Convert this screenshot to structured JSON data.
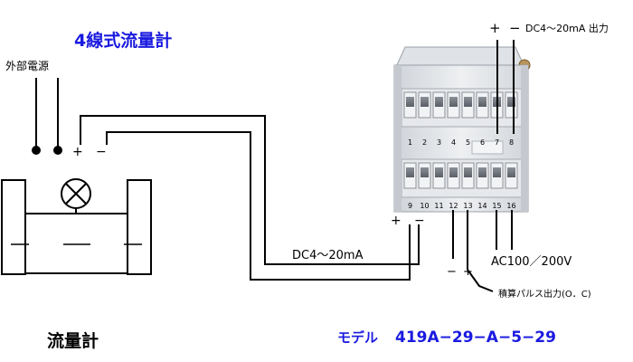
{
  "title": "4線式流量計",
  "external_power_label": "外部電源",
  "flowmeter": {
    "label": "流量計",
    "plus": "+",
    "minus": "−"
  },
  "converter": {
    "output_label": "DC4～20mA 出力",
    "output_plus": "+",
    "output_minus": "−",
    "upper_terminals": [
      "1",
      "2",
      "3",
      "4",
      "5",
      "6",
      "7",
      "8"
    ],
    "lower_terminals": [
      "9",
      "10",
      "11",
      "12",
      "13",
      "14",
      "15",
      "16"
    ]
  },
  "signal_label": "DC4～20mA",
  "input_plus": "+",
  "input_minus": "−",
  "power_label": "AC100／200V",
  "pulse": {
    "minus": "−",
    "plus": "+",
    "label": "積算パルス出力(O．C)"
  },
  "model_label": "モデル",
  "model_number": "419A−29−A−5−29",
  "colors": {
    "title": "#1a1ae0",
    "model": "#1a1ae0",
    "line": "#000000"
  }
}
